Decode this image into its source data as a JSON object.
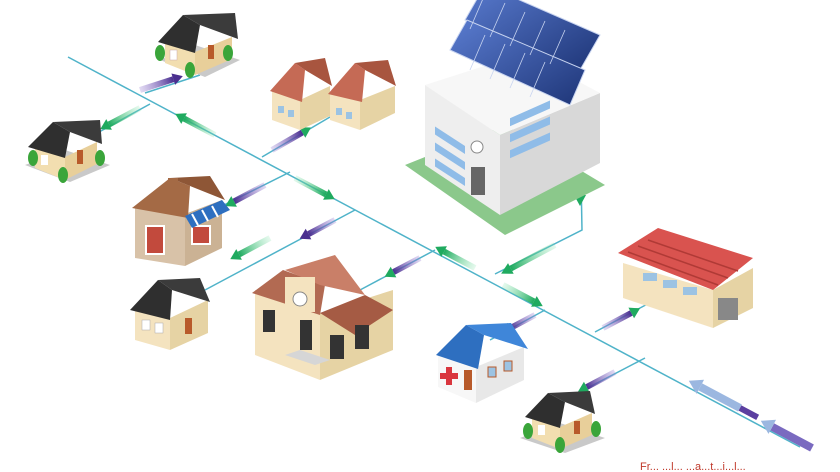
{
  "diagram": {
    "caption": "Fr...  ...l...  ...a...t...i...l...",
    "colors": {
      "line": "#4fb3c9",
      "arrow_green": "#2fb56f",
      "arrow_purple": "#5b3fa0",
      "arrow_lightblue": "#9bb7e0",
      "solar": "#2c4a9a",
      "roof_red": "#c0504d",
      "roof_blue": "#2e6fc0",
      "roof_dark": "#333333",
      "wall_beige": "#f2deb0"
    },
    "nodes": [
      {
        "id": "house-top",
        "icon": "house-icon"
      },
      {
        "id": "house-left-upper",
        "icon": "house-icon"
      },
      {
        "id": "twin-houses",
        "icon": "house-icon"
      },
      {
        "id": "solar-building",
        "icon": "solar-panel-icon"
      },
      {
        "id": "shop",
        "icon": "shop-icon"
      },
      {
        "id": "house-left-lower",
        "icon": "house-icon"
      },
      {
        "id": "school",
        "icon": "school-icon"
      },
      {
        "id": "factory",
        "icon": "factory-icon"
      },
      {
        "id": "hospital",
        "icon": "hospital-icon"
      },
      {
        "id": "house-bottom",
        "icon": "house-icon"
      }
    ]
  }
}
